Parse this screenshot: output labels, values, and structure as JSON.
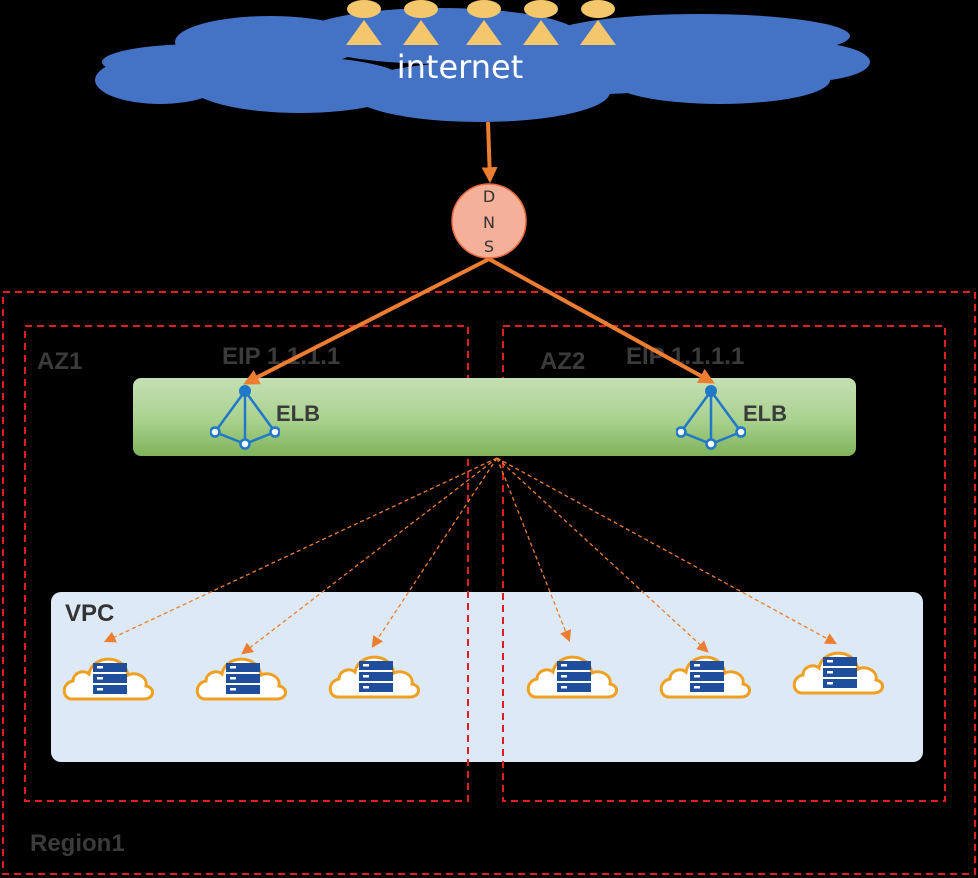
{
  "internet": {
    "label": "internet"
  },
  "dns": {
    "letters": [
      "D",
      "N",
      "S"
    ]
  },
  "region": {
    "label": "Region1"
  },
  "zones": [
    {
      "label": "AZ1",
      "eip": "EIP 1.1.1.1"
    },
    {
      "label": "AZ2",
      "eip": "EIP 1.1.1.1"
    }
  ],
  "elb": {
    "label": "ELB"
  },
  "vpc": {
    "label": "VPC"
  },
  "icons": {
    "user": "user-icon",
    "elb": "load-balancer-icon",
    "server": "cloud-server-icon"
  },
  "colors": {
    "background": "#000000",
    "cloud": "#4472c4",
    "user": "#f5c76c",
    "dns": "#f5b09a",
    "arrow": "#ed7d31",
    "boundary": "#e02020",
    "elb_bar": "#a9d18e",
    "elb_icon": "#1f78c8",
    "vpc": "#dde9f6",
    "server_cloud": "#f0a020",
    "server": "#1f4e9c"
  }
}
